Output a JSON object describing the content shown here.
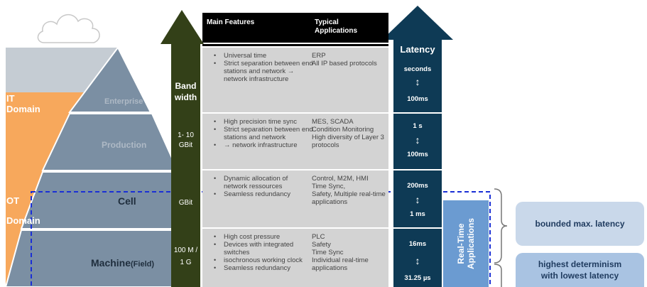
{
  "pyramid": {
    "levels": [
      {
        "name": "Enterprise",
        "suffix": ""
      },
      {
        "name": "Production",
        "suffix": ""
      },
      {
        "name": "Cell",
        "suffix": ""
      },
      {
        "name": "Machine",
        "suffix": "(Field)"
      }
    ],
    "it_domain_line1": "IT",
    "it_domain_line2": "Domain",
    "ot_domain_line1": "OT",
    "ot_domain_line2": "Domain"
  },
  "bandwidth": {
    "title_line1": "Band",
    "title_line2": "width",
    "rows": [
      {
        "line1": "",
        "line2": ""
      },
      {
        "line1": "1- 10",
        "line2": "GBit"
      },
      {
        "line1": "GBit",
        "line2": ""
      },
      {
        "line1": "100 M /",
        "line2": "1 G"
      }
    ]
  },
  "table": {
    "header_features": "Main Features",
    "header_apps_line1": "Typical",
    "header_apps_line2": "Applications",
    "rows": [
      {
        "features": [
          "Universal time",
          "Strict separation between end stations and network → network infrastructure"
        ],
        "apps": [
          "ERP",
          "All IP based protocols"
        ]
      },
      {
        "features": [
          "High precision time sync",
          "Strict separation between end stations and network",
          "→ network infrastructure"
        ],
        "apps": [
          "MES, SCADA",
          "Condition Monitoring",
          "High diversity of Layer 3 protocols"
        ]
      },
      {
        "features": [
          "Dynamic allocation of network ressources",
          "Seamless redundancy"
        ],
        "apps": [
          "Control, M2M, HMI",
          "Time Sync,",
          "Safety, Multiple real-time applications"
        ]
      },
      {
        "features": [
          "High cost pressure",
          "Devices with integrated switches",
          "isochronous working clock",
          "Seamless redundancy"
        ],
        "apps": [
          "PLC",
          "Safety",
          "Time Sync",
          "Individual real-time applications"
        ]
      }
    ]
  },
  "latency": {
    "title": "Latency",
    "rows": [
      {
        "top": "seconds",
        "bottom": "100ms"
      },
      {
        "top": "1 s",
        "bottom": "100ms"
      },
      {
        "top": "200ms",
        "bottom": "1 ms"
      },
      {
        "top": "16ms",
        "bottom": "31.25 µs"
      }
    ]
  },
  "realtime_label_line1": "Real-Time",
  "realtime_label_line2": "Applications",
  "callouts": {
    "bounded": "bounded max. latency",
    "determinism_line1": "highest determinism",
    "determinism_line2": "with lowest latency"
  },
  "colors": {
    "orange": "#f7a85c",
    "slate": "#7b8fa3",
    "it_gray": "#c5ccd3",
    "band_green": "#334018",
    "latency_blue": "#0e3a55",
    "dash_blue": "#1a2fd6",
    "realtime_blue": "#6b9bd1",
    "callout_light": "#c9d8ea",
    "callout_mid": "#a9c3e2"
  }
}
